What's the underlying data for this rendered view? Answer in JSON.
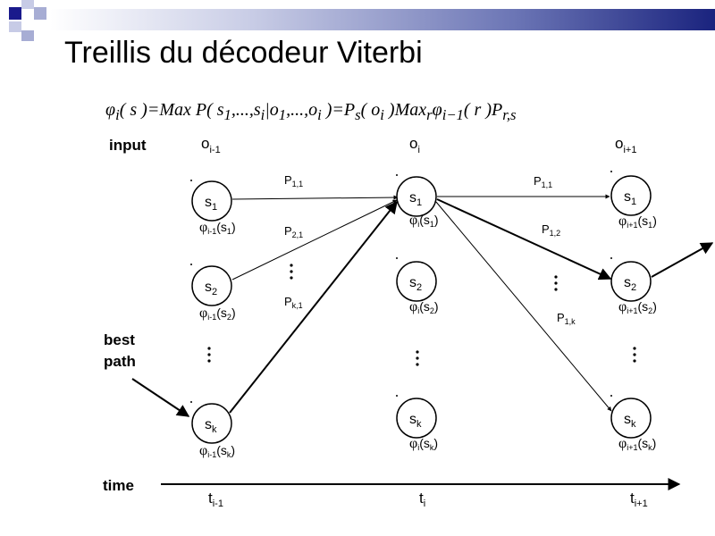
{
  "slide": {
    "title": "Treillis du décodeur Viterbi",
    "formula": {
      "phi": "φ",
      "i": "i",
      "body1": "( s )=Max P( s",
      "sub1": "1",
      "body2": ",...,s",
      "subi": "i",
      "body3": "|o",
      "sub1b": "1",
      "body4": ",...,o",
      "subi2": "i",
      "body5": " )=P",
      "subs": "s",
      "body6": "( o",
      "subi3": "i",
      "body7": " )Max",
      "subr": "r",
      "phi2": "φ",
      "subim1": "i−1",
      "body8": "( r )P",
      "subrs": "r,s"
    }
  },
  "labels": {
    "input": "input",
    "best_path_1": "best",
    "best_path_2": "path",
    "time": "time"
  },
  "columns": [
    {
      "obs_main": "o",
      "obs_sub": "i-1",
      "time_main": "t",
      "time_sub": "i-1"
    },
    {
      "obs_main": "o",
      "obs_sub": "i",
      "time_main": "t",
      "time_sub": "i"
    },
    {
      "obs_main": "o",
      "obs_sub": "i+1",
      "time_main": "t",
      "time_sub": "i+1"
    }
  ],
  "states": {
    "s1": {
      "main": "s",
      "sub": "1"
    },
    "s2": {
      "main": "s",
      "sub": "2"
    },
    "sk": {
      "main": "s",
      "sub": "k"
    }
  },
  "phi_labels": {
    "col0": {
      "phi": "φ",
      "sub": "i-1",
      "s1": "1",
      "s2": "2",
      "sk": "k"
    },
    "col1": {
      "phi": "φ",
      "sub": "i",
      "s1": "1",
      "s2": "2",
      "sk": "k"
    },
    "col2": {
      "phi": "φ",
      "sub": "i+1",
      "s1": "1",
      "s2": "2",
      "sk": "k"
    }
  },
  "transitions": {
    "p11a": {
      "main": "P",
      "sub": "1,1"
    },
    "p21": {
      "main": "P",
      "sub": "2,1"
    },
    "pk1": {
      "main": "P",
      "sub": "k,1"
    },
    "p11b": {
      "main": "P",
      "sub": "1,1"
    },
    "p12": {
      "main": "P",
      "sub": "1,2"
    },
    "p1k": {
      "main": "P",
      "sub": "1,k"
    }
  },
  "colors": {
    "header_dark": "#1a237e",
    "header_mid": "#3f4ba0",
    "header_light": "#b9bedf",
    "square_dark": "#1a1a8c",
    "square_light": "#a7add4"
  }
}
